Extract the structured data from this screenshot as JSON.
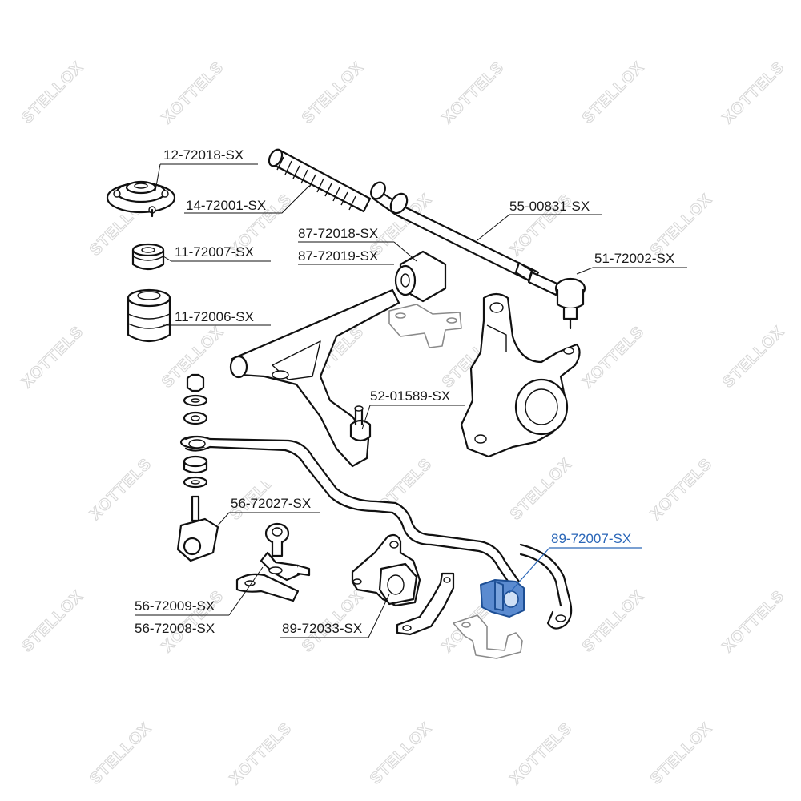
{
  "watermark": {
    "brand_a": "STELLOX",
    "brand_b": "XOTTELS"
  },
  "highlight_color": "#2b67b8",
  "labels": {
    "p12_72018": "12-72018-SX",
    "p14_72001": "14-72001-SX",
    "p11_72007": "11-72007-SX",
    "p11_72006": "11-72006-SX",
    "p87_72018": "87-72018-SX",
    "p87_72019": "87-72019-SX",
    "p55_00831": "55-00831-SX",
    "p51_72002": "51-72002-SX",
    "p52_01589": "52-01589-SX",
    "p56_72027": "56-72027-SX",
    "p89_72007": "89-72007-SX",
    "p56_72009": "56-72009-SX",
    "p56_72008": "56-72008-SX",
    "p89_72033": "89-72033-SX"
  }
}
